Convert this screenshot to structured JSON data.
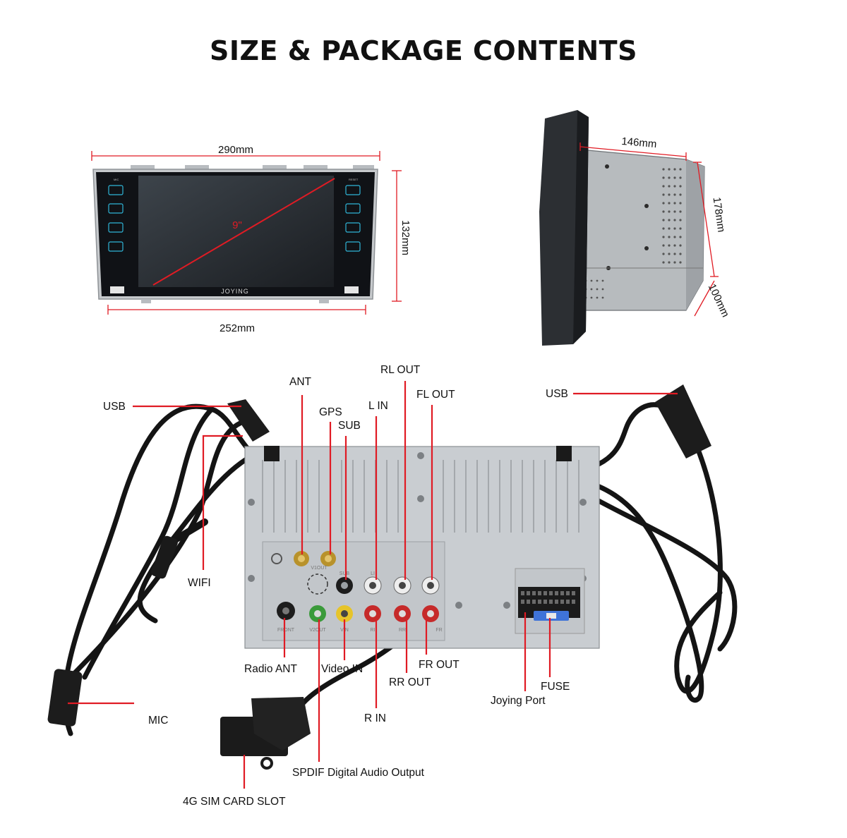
{
  "title": "SIZE & PACKAGE CONTENTS",
  "front_unit": {
    "width_top": "290mm",
    "width_bottom": "252mm",
    "height": "132mm",
    "screen_size": "9\"",
    "brand": "JOYING",
    "left_header": "MIC",
    "right_header": "RESET"
  },
  "side_unit": {
    "depth": "146mm",
    "height": "178mm",
    "width": "100mm"
  },
  "labels": {
    "usb_left": "USB",
    "usb_right": "USB",
    "wifi": "WIFI",
    "mic": "MIC",
    "ant": "ANT",
    "gps": "GPS",
    "sub": "SUB",
    "l_in": "L IN",
    "rl_out": "RL OUT",
    "fl_out": "FL OUT",
    "radio_ant": "Radio ANT",
    "video_in": "Video IN",
    "rr_out": "RR OUT",
    "fr_out": "FR OUT",
    "r_in": "R IN",
    "joying_port": "Joying Port",
    "fuse": "FUSE",
    "spdif": "SPDIF Digital Audio Output",
    "sim_slot": "4G SIM CARD SLOT"
  },
  "panel_marks": {
    "v1out": "V1OUT",
    "v2out": "V2OUT",
    "vin": "VIN",
    "front": "FRONT",
    "sub": "SUB",
    "li": "LI",
    "ri": "RI",
    "rr": "RR",
    "fr": "FR"
  },
  "colors": {
    "pointer": "#e01b24",
    "cable": "#141414",
    "chassis": "#c9cdd1"
  }
}
